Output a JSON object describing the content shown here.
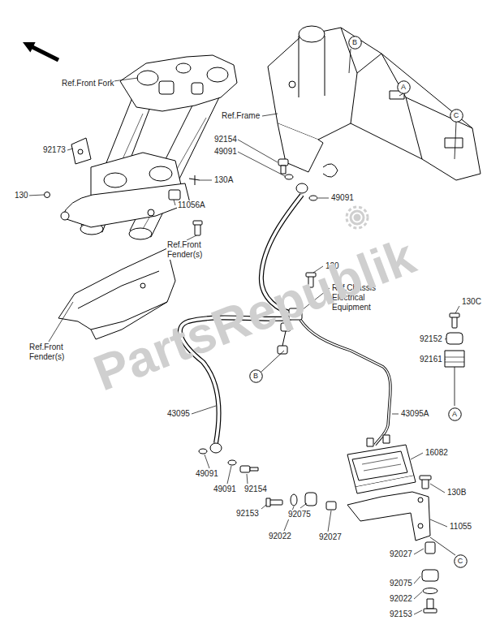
{
  "diagram": {
    "nodes": [
      {
        "text": [
          "B"
        ]
      },
      {
        "text": [
          "A"
        ]
      },
      {
        "text": [
          "C"
        ]
      },
      {
        "text": [
          "B"
        ]
      },
      {
        "text": [
          "A"
        ]
      },
      {
        "text": [
          "C"
        ]
      }
    ],
    "labels": [
      "Ref.Front Fork",
      "92173",
      "130",
      "130A",
      "11056A",
      "Ref.Front Fender(s)",
      "Ref.Front Fender(s)",
      "Ref.Frame",
      "92154",
      "49091",
      "49091",
      "130C",
      "92152",
      "92161",
      "120",
      "Ref.Chassis Electrical Equipment",
      "43095",
      "43095A",
      "49091",
      "49091",
      "92154",
      "16082",
      "92153",
      "92075",
      "92022",
      "92027",
      "130B",
      "11055",
      "92027",
      "92075",
      "92022",
      "92153",
      "PartsRepublik"
    ]
  }
}
